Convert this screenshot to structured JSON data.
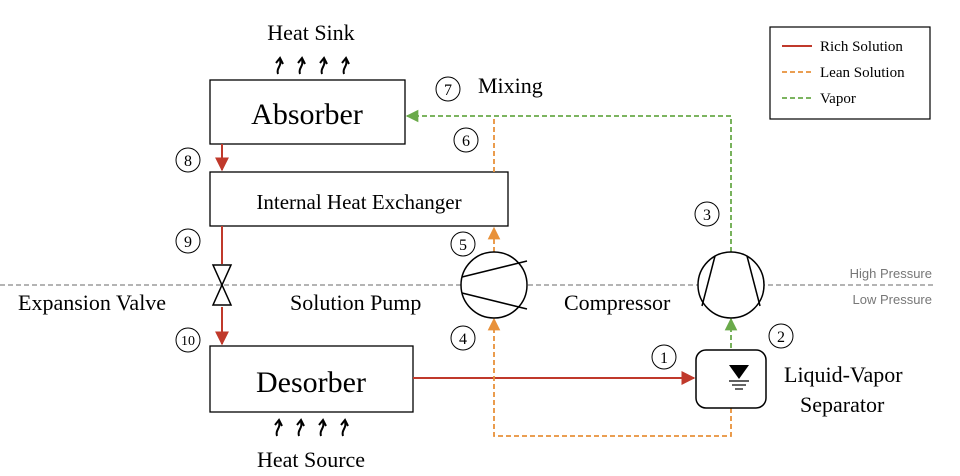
{
  "components": {
    "absorber": "Absorber",
    "ihx": "Internal Heat Exchanger",
    "desorber": "Desorber",
    "expansion_valve": "Expansion Valve",
    "solution_pump": "Solution Pump",
    "compressor": "Compressor",
    "separator_line1": "Liquid-Vapor",
    "separator_line2": "Separator"
  },
  "labels": {
    "heat_sink": "Heat Sink",
    "heat_source": "Heat Source",
    "mixing": "Mixing",
    "high_pressure": "High Pressure",
    "low_pressure": "Low Pressure"
  },
  "states": [
    "1",
    "2",
    "3",
    "4",
    "5",
    "6",
    "7",
    "8",
    "9",
    "10"
  ],
  "legend": {
    "items": [
      {
        "label": "Rich Solution",
        "color": "#c0392b",
        "style": "solid"
      },
      {
        "label": "Lean Solution",
        "color": "#e8913a",
        "style": "dashed"
      },
      {
        "label": "Vapor",
        "color": "#6aaa4a",
        "style": "dashed"
      }
    ]
  },
  "colors": {
    "rich": "#c0392b",
    "lean": "#e8913a",
    "vapor": "#6aaa4a",
    "pressure_line": "#888888"
  }
}
